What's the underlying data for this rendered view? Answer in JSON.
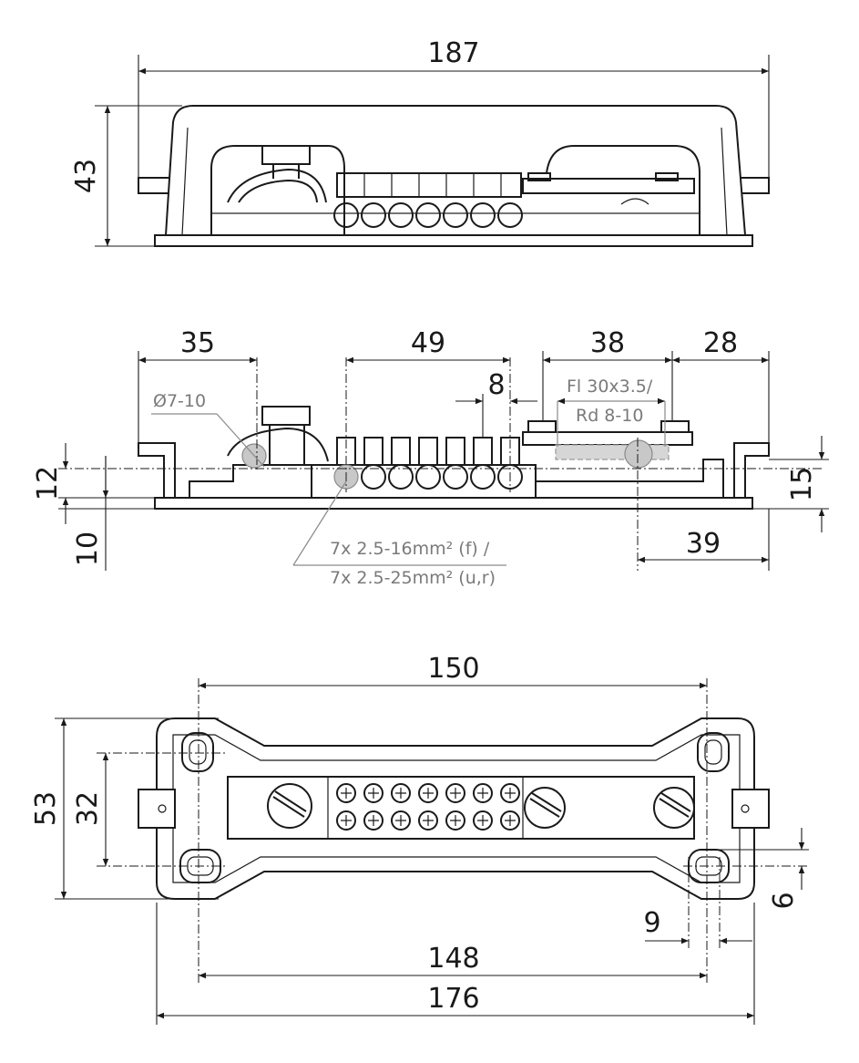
{
  "dimensions": {
    "top_width": "187",
    "top_height": "43",
    "side_left": "35",
    "side_terminals": "49",
    "side_pitch": "8",
    "side_flat": "38",
    "side_right": "28",
    "side_h12": "12",
    "side_h10": "10",
    "side_h15": "15",
    "side_39": "39",
    "bottom_150": "150",
    "bottom_53": "53",
    "bottom_32": "32",
    "bottom_6": "6",
    "bottom_9": "9",
    "bottom_148": "148",
    "bottom_176": "176"
  },
  "notes": {
    "diameter": "Ø7-10",
    "flat_line1": "Fl 30x3.5/",
    "flat_line2": "Rd 8-10",
    "cable_line1": "7x 2.5-16mm² (f) /",
    "cable_line2": "7x 2.5-25mm² (u,r)"
  }
}
